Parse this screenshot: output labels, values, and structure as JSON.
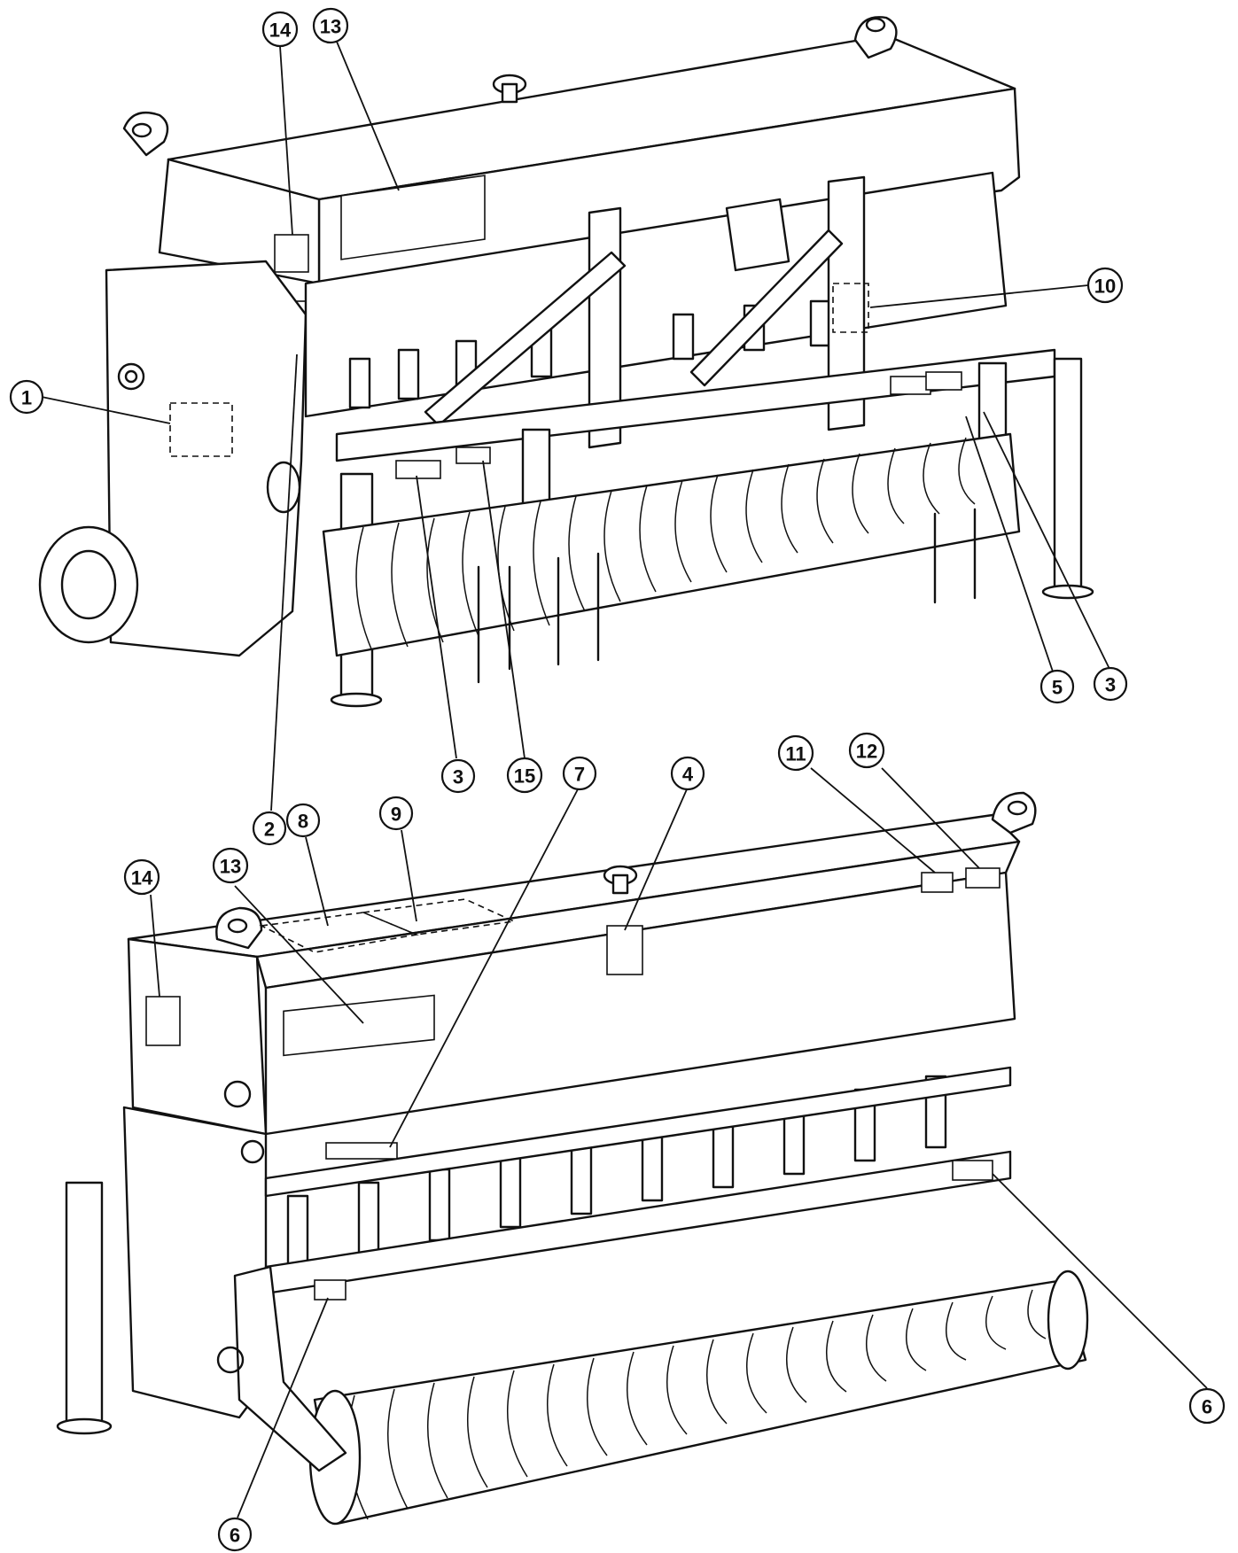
{
  "callouts": {
    "c14_top": "14",
    "c13_top": "13",
    "c10": "10",
    "c1": "1",
    "c5": "5",
    "c3_right": "3",
    "c3_mid": "3",
    "c15": "15",
    "c2": "2",
    "c7": "7",
    "c4": "4",
    "c11": "11",
    "c12": "12",
    "c8": "8",
    "c9": "9",
    "c13_bottom": "13",
    "c14_bottom": "14",
    "c6_right": "6",
    "c6_bottom": "6"
  },
  "colors": {
    "line": "#111111",
    "background": "#ffffff"
  }
}
